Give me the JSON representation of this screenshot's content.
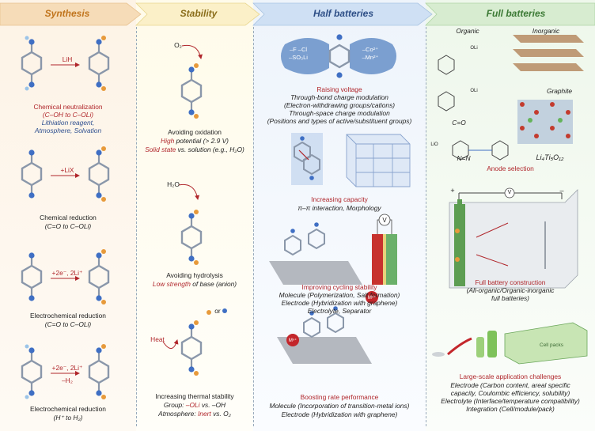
{
  "headers": {
    "synthesis": "Synthesis",
    "stability": "Stability",
    "half_batteries": "Half batteries",
    "full_batteries": "Full batteries"
  },
  "synthesis": {
    "reagent_1": "LiH",
    "step1_title": "Chemical neutralization",
    "step1_sub": "(C–OH to C–OLi)",
    "step1_factors": "Lithiation reagent,",
    "step1_factors2": "Atmosphere, Solvation",
    "reagent_2": "+LiX",
    "step2_title": "Chemical reduction",
    "step2_sub": "(C=O to C–OLi)",
    "reagent_3": "+2e⁻, 2Li⁺",
    "step3_title": "Electrochemical reduction",
    "step3_sub": "(C=O to C–OLi)",
    "reagent_4a": "+2e⁻, 2Li⁺",
    "reagent_4b": "–H₂",
    "step4_title": "Electrochemical reduction",
    "step4_sub": "(H⁺ to H₂)"
  },
  "stability": {
    "o2_label": "O₂",
    "ox_title": "Avoiding oxidation",
    "ox_line1_a": "High",
    "ox_line1_b": " potential (> 2.9 V)",
    "ox_line2_a": "Solid state",
    "ox_line2_b": " vs. solution (e.g., H₂O)",
    "h2o_label": "H₂O",
    "hyd_title": "Avoiding hydrolysis",
    "hyd_line_a": "Low strength",
    "hyd_line_b": " of base (anion)",
    "heat_label": "Heat",
    "or_label": "or",
    "th_title": "Increasing thermal stability",
    "th_line1_a": "Group: ",
    "th_line1_b": "–OLi",
    "th_line1_c": " vs. –OH",
    "th_line2_a": "Atmosphere: ",
    "th_line2_b": "Inert",
    "th_line2_c": " vs. O₂"
  },
  "half": {
    "grp_left_1": "–F  –Cl",
    "grp_left_2": "–SO₃Li",
    "grp_right_1": "–Co²⁺",
    "grp_right_2": "–Mn²⁺",
    "voltage_title": "Raising voltage",
    "voltage_l1": "Through-bond charge modulation",
    "voltage_l2": "(Electron-withdrawing groups/cations)",
    "voltage_l3": "Through-space charge modulation",
    "voltage_l4": "(Positions and types of active/substituent groups)",
    "capacity_title": "Increasing capacity",
    "capacity_l1": "π–π interaction, Morphology",
    "v_label": "V",
    "cycling_title": "Improving cycling stability",
    "cycling_l1": "Molecule (Polymerization, Salt formation)",
    "cycling_l2": "Electrode (Hybridization with graphene)",
    "cycling_l3": "Electrolyte, Separator",
    "mn_label": "Mⁿ⁺",
    "rate_title": "Boosting rate performance",
    "rate_l1": "Molecule (Incorporation of transition-metal ions)",
    "rate_l2": "Electrode (Hybridization with graphene)"
  },
  "full": {
    "organic_label": "Organic",
    "inorganic_label": "Inorganic",
    "graphite_label": "Graphite",
    "co_label": "C=O",
    "nn_label": "N=N",
    "lto_label": "Li₄Ti₅O₁₂",
    "oli": "OLi",
    "lio": "LiO",
    "anode_title": "Anode selection",
    "plus": "+",
    "minus": "–",
    "v_label": "V",
    "construct_title": "Full battery construction",
    "construct_l1": "(All-organic/Organic-inorganic",
    "construct_l2": "full batteries)",
    "cellpacks": "Cell packs",
    "app_title": "Large-scale application challenges",
    "app_l1": "Electrode (Carbon content, areal specific",
    "app_l2": "capacity, Coulombic efficiency, solubility)",
    "app_l3": "Electrolyte (Interface/temperature compatibility)",
    "app_l4": "Integration (Cell/module/pack)"
  },
  "colors": {
    "synthesis_band": "#f6dcb8",
    "synthesis_text": "#c0741c",
    "stability_band": "#fbf0c8",
    "stability_text": "#8a6d1a",
    "half_band": "#cfe0f4",
    "half_text": "#2d4e86",
    "full_band": "#d7ecd0",
    "full_text": "#3c7a35",
    "accent_red": "#b0262b"
  }
}
